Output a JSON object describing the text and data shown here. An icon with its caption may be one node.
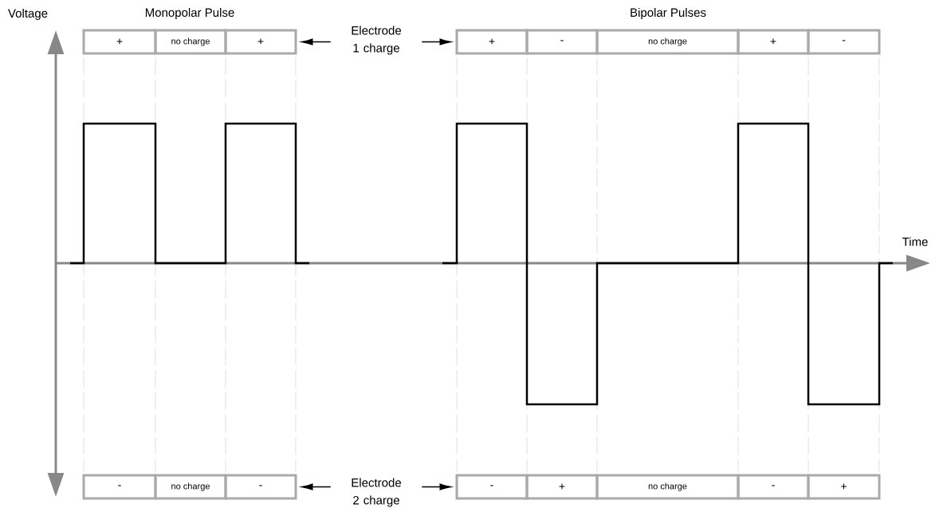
{
  "diagram": {
    "nodes": [
      {
        "text": [
          "+"
        ]
      },
      {
        "text": [
          "no charge"
        ]
      },
      {
        "text": [
          "+"
        ]
      },
      {
        "text": [
          "Electrode 1 charge"
        ]
      },
      {
        "text": [
          "+"
        ]
      },
      {
        "text": [
          "-"
        ]
      },
      {
        "text": [
          "no charge"
        ]
      },
      {
        "text": [
          "+"
        ]
      },
      {
        "text": [
          "-"
        ]
      },
      {
        "text": [
          "-"
        ]
      },
      {
        "text": [
          "no charge"
        ]
      },
      {
        "text": [
          "-"
        ]
      },
      {
        "text": [
          "Electrode 2 charge"
        ]
      },
      {
        "text": [
          "-"
        ]
      },
      {
        "text": [
          "+"
        ]
      },
      {
        "text": [
          "no charge"
        ]
      },
      {
        "text": [
          "-"
        ]
      },
      {
        "text": [
          "+"
        ]
      }
    ],
    "edges": [
      {
        "from": 3,
        "to": 2,
        "arrow": "to"
      },
      {
        "from": 3,
        "to": 4,
        "arrow": "to"
      },
      {
        "from": 12,
        "to": 11,
        "arrow": "to"
      },
      {
        "from": 12,
        "to": 13,
        "arrow": "to"
      }
    ],
    "labels": [
      "Voltage",
      "Monopolar Pulse",
      "Bipolar Pulses",
      "Time"
    ]
  }
}
